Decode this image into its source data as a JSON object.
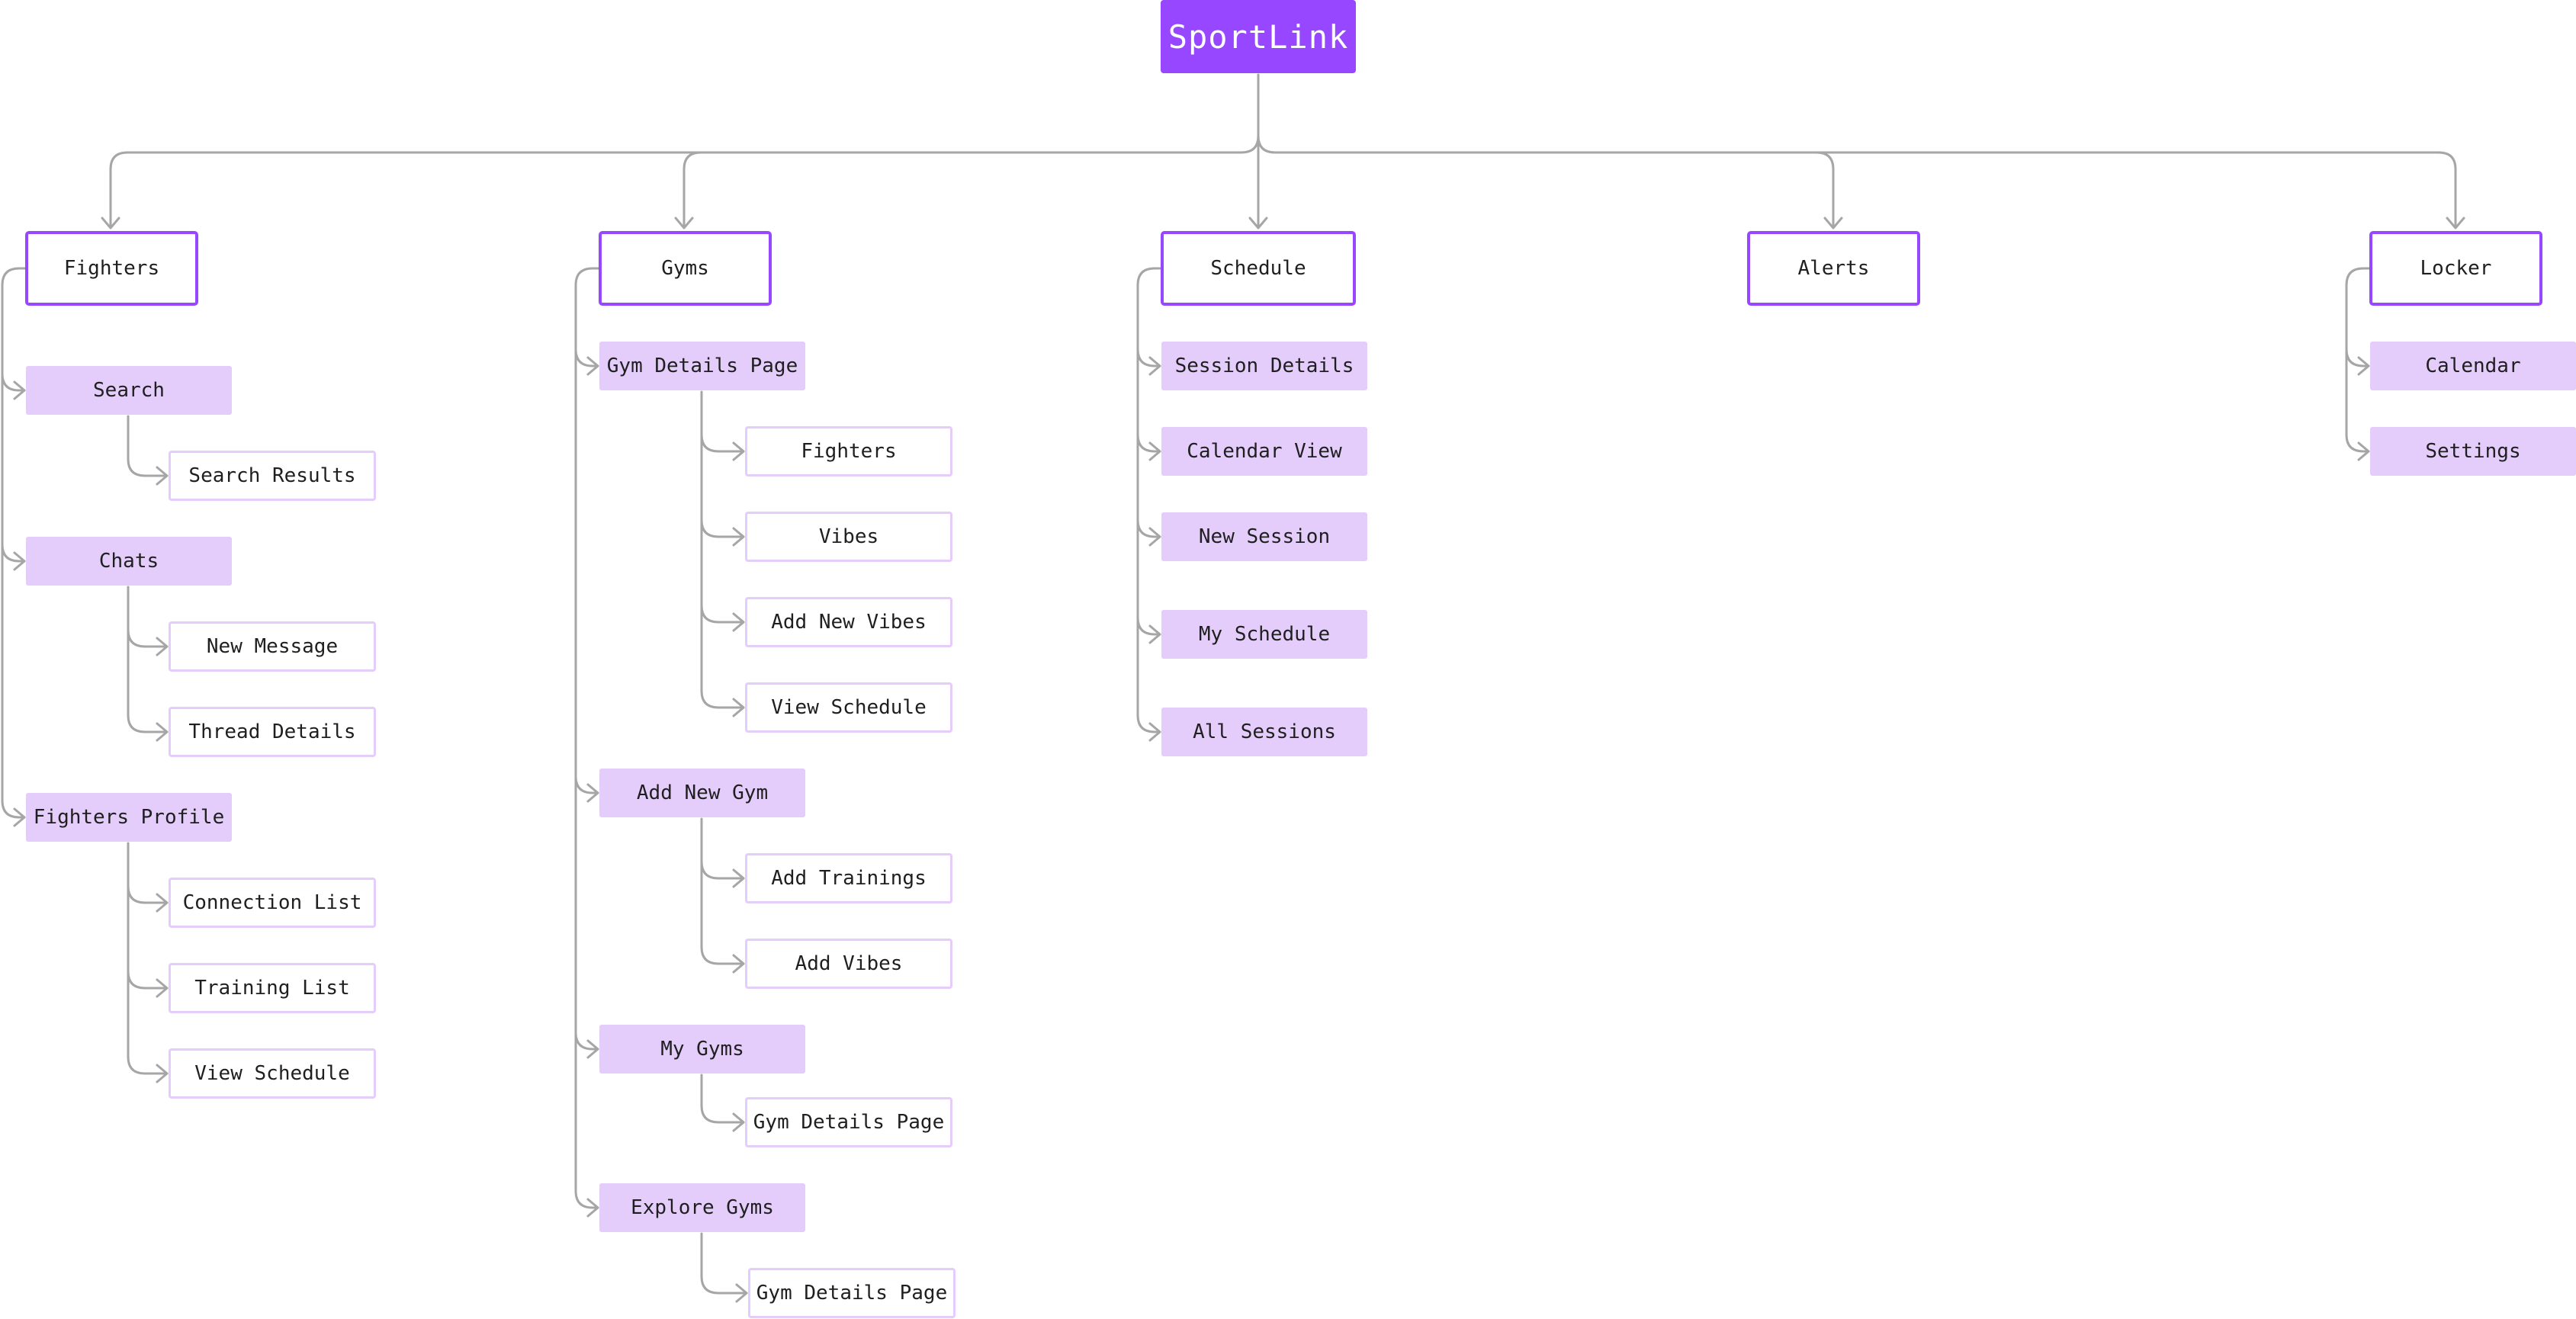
{
  "root": {
    "label": "SportLink"
  },
  "sections": {
    "fighters": "Fighters",
    "gyms": "Gyms",
    "schedule": "Schedule",
    "alerts": "Alerts",
    "locker": "Locker"
  },
  "fighters": {
    "search": "Search",
    "search_results": "Search Results",
    "chats": "Chats",
    "new_message": "New Message",
    "thread_details": "Thread Details",
    "fighters_profile": "Fighters Profile",
    "connection_list": "Connection List",
    "training_list": "Training List",
    "view_schedule": "View Schedule"
  },
  "gyms": {
    "gym_details_page": "Gym Details Page",
    "fighters": "Fighters",
    "vibes": "Vibes",
    "add_new_vibes": "Add New Vibes",
    "view_schedule": "View Schedule",
    "add_new_gym": "Add New Gym",
    "add_trainings": "Add Trainings",
    "add_vibes": "Add Vibes",
    "my_gyms": "My Gyms",
    "my_gyms_detail": "Gym Details Page",
    "explore_gyms": "Explore Gyms",
    "explore_detail": "Gym Details Page"
  },
  "schedule": {
    "session_details": "Session Details",
    "calendar_view": "Calendar View",
    "new_session": "New Session",
    "my_schedule": "My Schedule",
    "all_sessions": "All Sessions"
  },
  "locker": {
    "calendar": "Calendar",
    "settings": "Settings"
  },
  "colors": {
    "accent": "#9747ff",
    "page_fill": "#e4ccfb",
    "connector": "#a6a6a6"
  }
}
